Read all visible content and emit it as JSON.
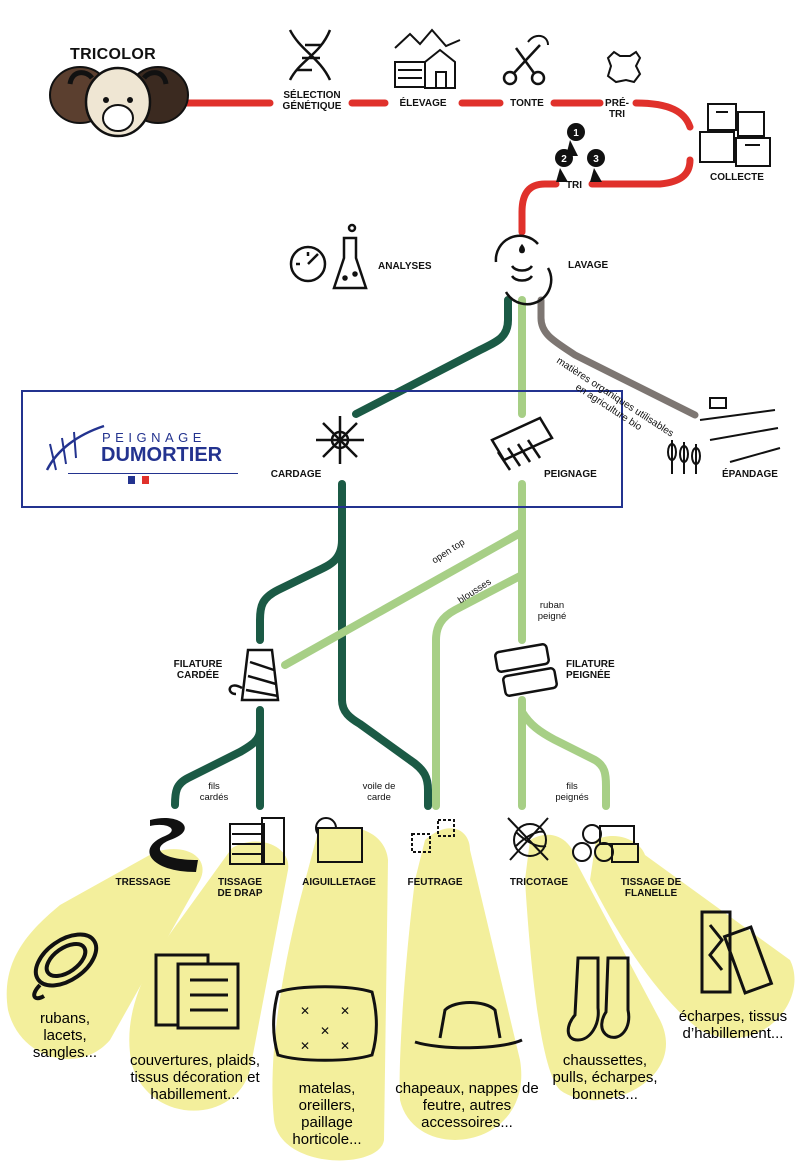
{
  "brand": "TRICOLOR",
  "partner": {
    "line1": "PEIGNAGE",
    "line2": "DUMORTIER"
  },
  "steps": {
    "selection": "SÉLECTION GÉNÉTIQUE",
    "elevage": "ÉLEVAGE",
    "tonte": "TONTE",
    "pretri": "PRÉ-TRI",
    "collecte": "COLLECTE",
    "tri": "TRI",
    "lavage": "LAVAGE",
    "analyses": "ANALYSES",
    "cardage": "CARDAGE",
    "peignage": "PEIGNAGE",
    "epandage": "ÉPANDAGE",
    "filature_cardee": "FILATURE CARDÉE",
    "filature_peignee": "FILATURE PEIGNÉE",
    "tressage": "TRESSAGE",
    "tissage_drap": "TISSAGE DE DRAP",
    "aiguilletage": "AIGUILLETAGE",
    "feutrage": "FEUTRAGE",
    "tricotage": "TRICOTAGE",
    "tissage_flanelle": "TISSAGE DE FLANELLE"
  },
  "medals": [
    "1",
    "2",
    "3"
  ],
  "flow_labels": {
    "matieres": "matières organiques utilisables en agriculture bio",
    "open_top": "open top",
    "blousses": "blousses",
    "ruban_peigne": "ruban peigné",
    "fils_cardes": "fils cardés",
    "voile_carde": "voile de carde",
    "fils_peignes": "fils peignés"
  },
  "products": {
    "tressage": "rubans, lacets, sangles...",
    "tissage_drap": "couvertures, plaids, tissus décoration et habillement...",
    "aiguilletage": "matelas, oreillers, paillage horticole...",
    "feutrage": "chapeaux, nappes de feutre, autres accessoires...",
    "tricotage": "chaussettes, pulls, écharpes, bonnets...",
    "tissage_flanelle": "écharpes, tissus d’habillement..."
  },
  "colors": {
    "red_path": "#e0312b",
    "dark_green": "#1b5a45",
    "light_green": "#a7cf86",
    "grey_path": "#7d7672",
    "yellow_glow": "#f3ef9c",
    "frame_blue": "#23338f"
  }
}
